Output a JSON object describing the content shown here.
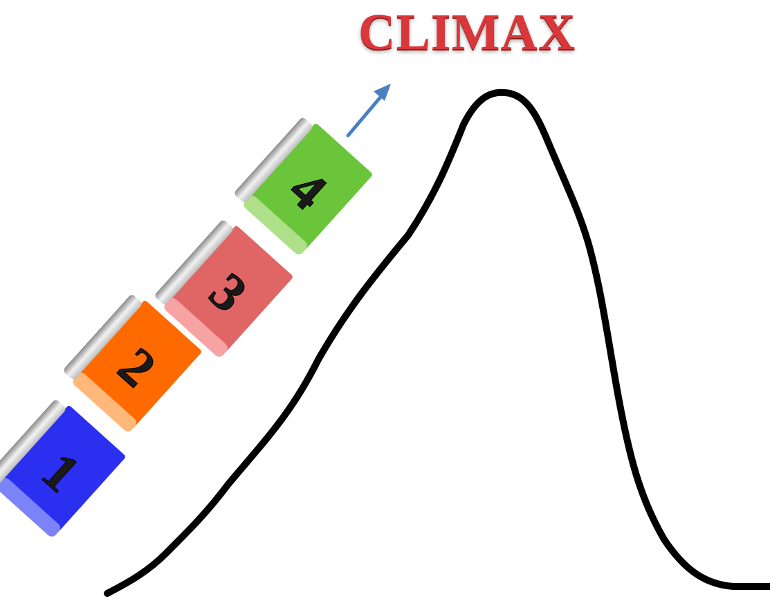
{
  "title": "CLIMAX",
  "colors": {
    "title": "#d9373a",
    "arrow": "#4a7fc1",
    "curve": "#000000"
  },
  "books": [
    {
      "label": "1",
      "color": "#2b2ff0",
      "light": "#7c82f7"
    },
    {
      "label": "2",
      "color": "#ff6a00",
      "light": "#ffb77a"
    },
    {
      "label": "3",
      "color": "#e06666",
      "light": "#f7a3a3"
    },
    {
      "label": "4",
      "color": "#6ac53a",
      "light": "#aee08a"
    }
  ],
  "icons": {
    "arrow": "arrow-up-right-icon",
    "book": "book-icon"
  }
}
